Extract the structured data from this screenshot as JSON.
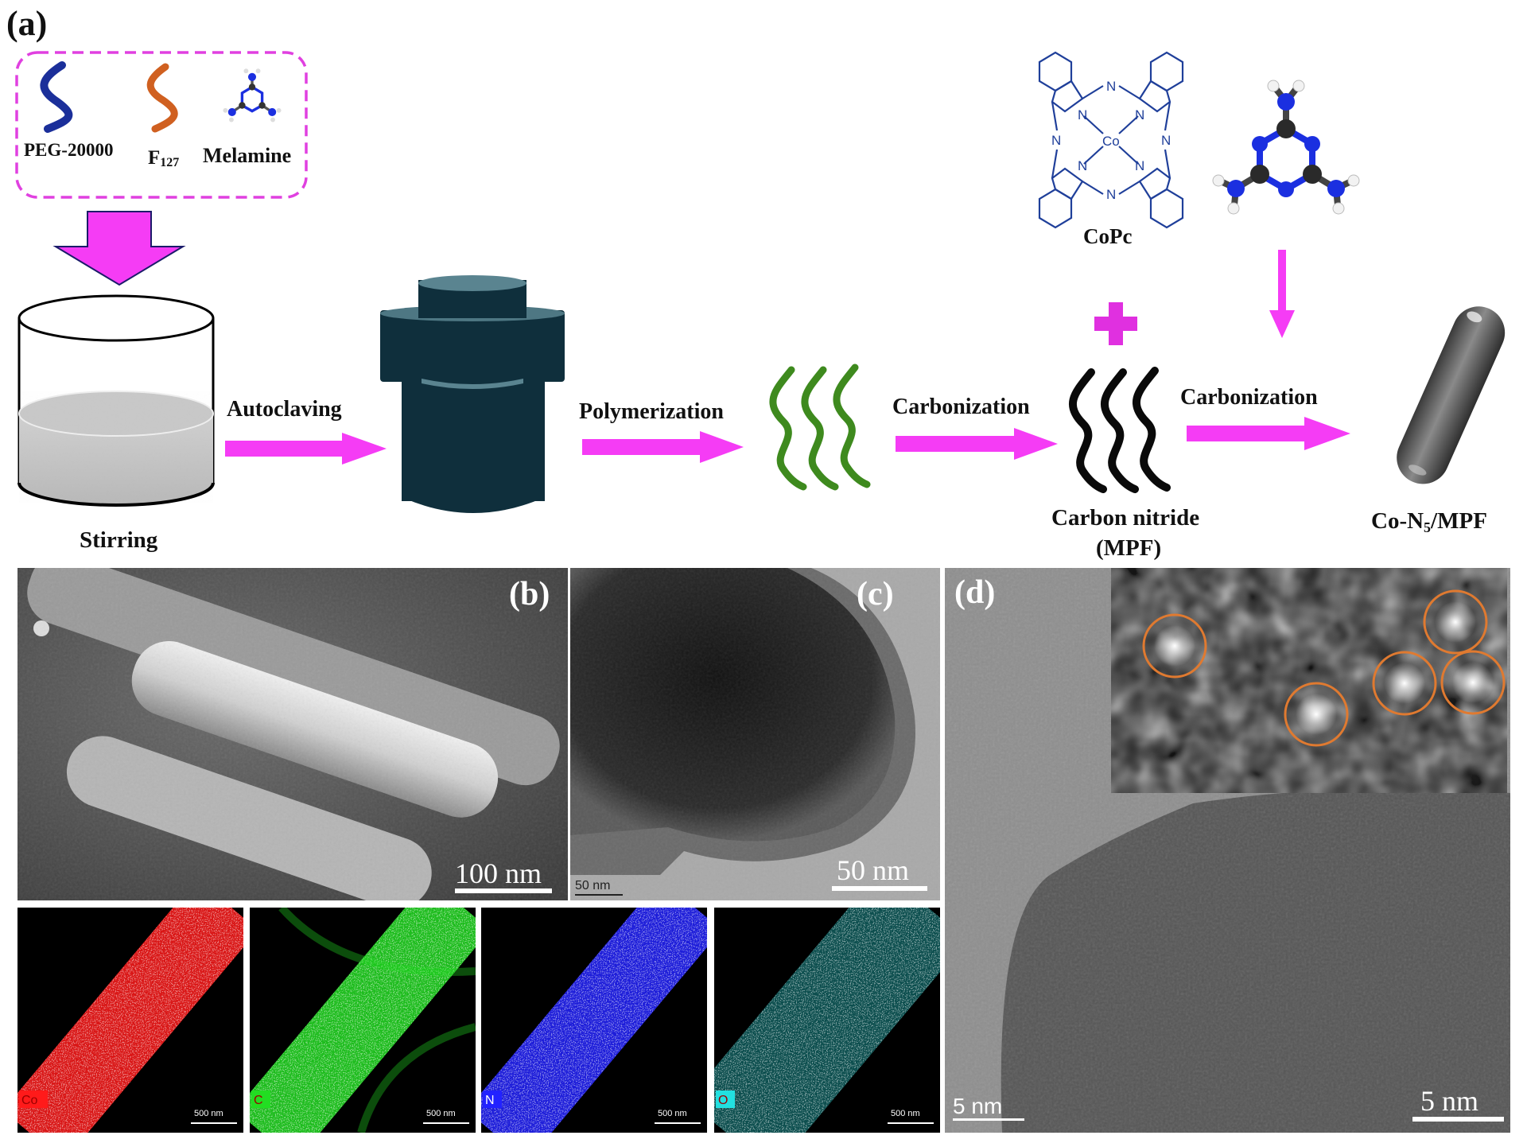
{
  "figure": {
    "panel_a": {
      "label": "(a)",
      "reagents": {
        "peg": "PEG-20000",
        "f127": {
          "main": "F",
          "sub": "127"
        },
        "melamine": "Melamine"
      },
      "steps": {
        "stirring": "Stirring",
        "autoclaving": "Autoclaving",
        "polymerization": "Polymerization",
        "carbonization_1": "Carbonization",
        "carbonization_2": "Carbonization"
      },
      "copc": {
        "label": "CoPc",
        "metal": "Co",
        "nitrogen": "N"
      },
      "carbon_nitride": {
        "line1": "Carbon nitride",
        "line2": "(MPF)"
      },
      "product": {
        "pre": "Co-N",
        "sub": "5",
        "post": "/MPF"
      }
    },
    "panel_b": {
      "label": "(b)",
      "scale_bar": "100 nm"
    },
    "panel_c": {
      "label": "(c)",
      "scale_bar": "50 nm",
      "scale_bar_small": "50 nm"
    },
    "panel_d": {
      "label": "(d)",
      "scale_bar": "5 nm",
      "scale_bar_small": "5 nm"
    },
    "eds_maps": [
      {
        "element": "Co",
        "color": "#ff1a1a",
        "scale_bar": "500 nm"
      },
      {
        "element": "C",
        "color": "#22dd22",
        "scale_bar": "500 nm"
      },
      {
        "element": "N",
        "color": "#2222ff",
        "scale_bar": "500 nm"
      },
      {
        "element": "O",
        "color": "#22e0e0",
        "scale_bar": "500 nm"
      }
    ],
    "colors": {
      "arrow": "#f53cf5",
      "autoclave": "#0f2f3c",
      "dashed_box": "#e040e0"
    }
  }
}
